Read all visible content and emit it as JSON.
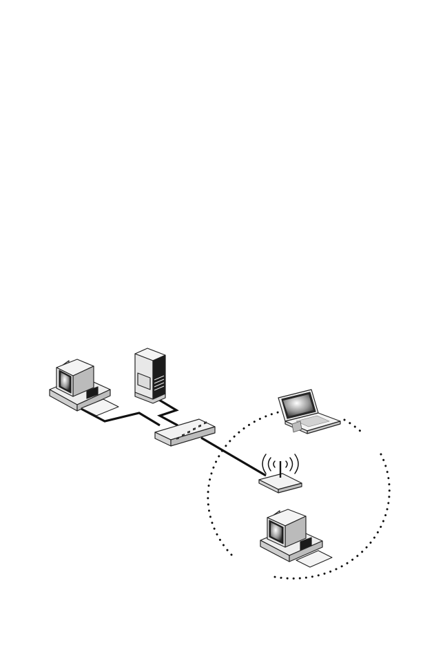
{
  "diagram": {
    "type": "network-topology",
    "nodes": [
      {
        "id": "desktop-wired",
        "icon": "desktop-computer-icon"
      },
      {
        "id": "server",
        "icon": "server-tower-icon"
      },
      {
        "id": "switch",
        "icon": "network-switch-icon"
      },
      {
        "id": "wireless-router",
        "icon": "wireless-router-icon"
      },
      {
        "id": "laptop",
        "icon": "laptop-icon"
      },
      {
        "id": "desktop-wireless",
        "icon": "desktop-computer-icon"
      }
    ],
    "links": [
      {
        "from": "desktop-wired",
        "to": "switch",
        "kind": "wired"
      },
      {
        "from": "server",
        "to": "switch",
        "kind": "wired"
      },
      {
        "from": "switch",
        "to": "wireless-router",
        "kind": "wired"
      }
    ],
    "wireless_coverage": {
      "shape": "dotted-circle",
      "contains": [
        "laptop",
        "wireless-router",
        "desktop-wireless"
      ]
    },
    "colors": {
      "line": "#111111",
      "outline": "#222222",
      "light": "#f2f2f2",
      "mid": "#cfcfcf",
      "dark": "#1a1a1a"
    }
  }
}
